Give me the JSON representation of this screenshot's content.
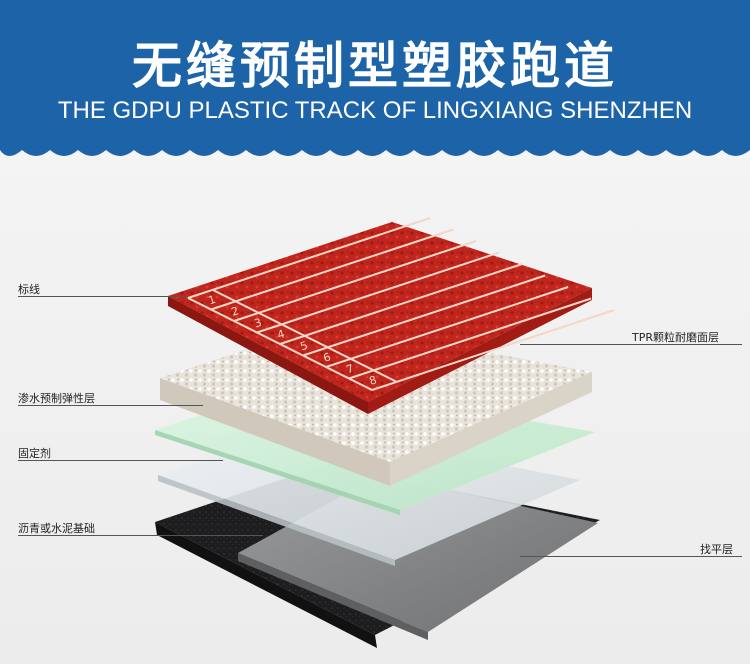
{
  "header": {
    "title": "无缝预制型塑胶跑道",
    "subtitle": "THE GDPU PLASTIC TRACK OF LINGXIANG SHENZHEN"
  },
  "colors": {
    "banner": "#1c63a8",
    "track_red": "#c0261d",
    "track_line": "#f2d7c6",
    "elastic_white": "#e8e4dc",
    "adhesive_green": "#cfeed8",
    "clear_layer": "#dde3e6",
    "leveling_gray": "#8e8f91",
    "base_black": "#1d1d1f"
  },
  "labels": {
    "marking": "标线",
    "elastic": "渗水预制弹性层",
    "adhesive": "固定剂",
    "base": "沥青或水泥基础",
    "tpr": "TPR颗粒耐磨面层",
    "leveling": "找平层"
  },
  "lane_numbers": [
    "1",
    "2",
    "3",
    "4",
    "5",
    "6",
    "7",
    "8"
  ]
}
